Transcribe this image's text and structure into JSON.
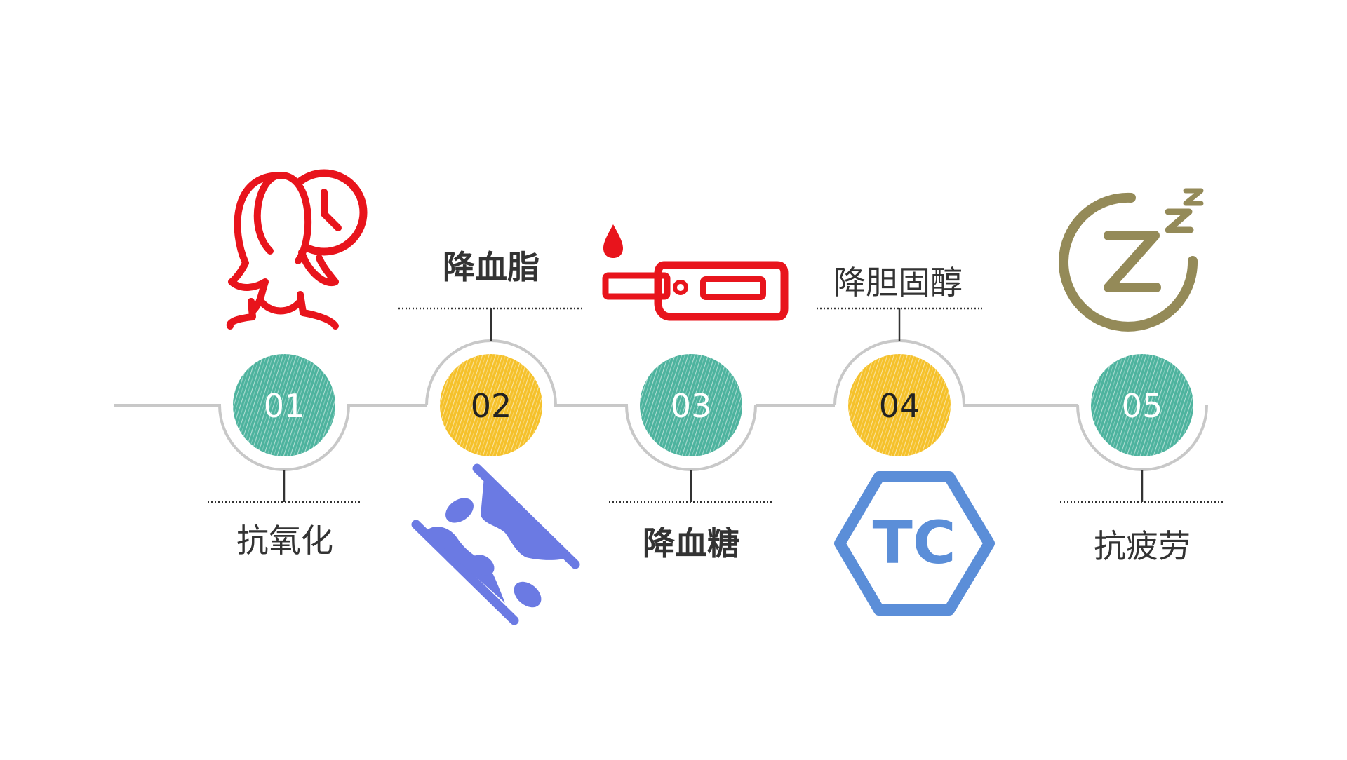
{
  "steps": [
    {
      "number": "01",
      "label": "抗氧化",
      "circle_color": "#4db39e",
      "number_color": "#ffffff",
      "label_position": "below",
      "icon": "woman-clock-icon"
    },
    {
      "number": "02",
      "label": "降血脂",
      "circle_color": "#f5c12a",
      "number_color": "#222222",
      "label_position": "above",
      "icon": "blood-vessel-icon"
    },
    {
      "number": "03",
      "label": "降血糖",
      "circle_color": "#4db39e",
      "number_color": "#ffffff",
      "label_position": "below",
      "icon": "glucose-meter-icon"
    },
    {
      "number": "04",
      "label": "降胆固醇",
      "circle_color": "#f5c12a",
      "number_color": "#222222",
      "label_position": "above",
      "icon": "tc-hexagon-icon"
    },
    {
      "number": "05",
      "label": "抗疲劳",
      "circle_color": "#4db39e",
      "number_color": "#ffffff",
      "label_position": "below",
      "icon": "sleep-zz-icon"
    }
  ],
  "icons": {
    "woman_clock_color": "#e8141c",
    "blood_vessel_color": "#6b7ae3",
    "glucose_meter_color": "#e8141c",
    "tc_hexagon": {
      "text": "TC",
      "color": "#5b8ed8"
    },
    "sleep_color": "#948a58"
  },
  "line_color": "#c8c8c8"
}
